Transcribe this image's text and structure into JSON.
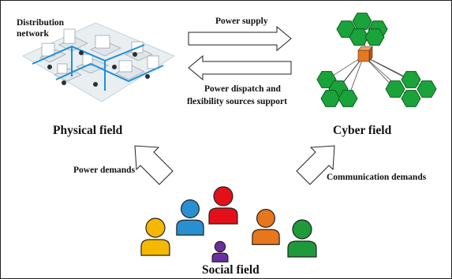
{
  "diagram": {
    "nodes": {
      "physical": {
        "title": "Physical field",
        "sublabel_line1": "Distribution",
        "sublabel_line2": "network"
      },
      "cyber": {
        "title": "Cyber field"
      },
      "social": {
        "title": "Social field"
      }
    },
    "links": {
      "power_supply": "Power supply",
      "dispatch_line1": "Power dispatch and",
      "dispatch_line2": "flexibility sources support",
      "power_demands": "Power demands",
      "communication_demands": "Communication demands"
    }
  },
  "colors": {
    "hexagon": "#1aa33a",
    "hexagon_stroke": "#0b5e1c",
    "hub": "#e87722",
    "people": [
      "#f5b800",
      "#2a8fd0",
      "#e3101a",
      "#6a2f9a",
      "#e8761c",
      "#1f9a3a"
    ]
  }
}
